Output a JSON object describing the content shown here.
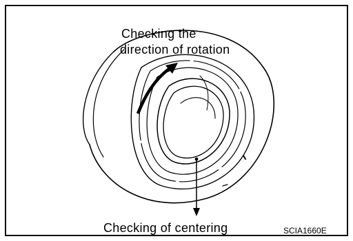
{
  "diagram": {
    "labels": {
      "rotation_line1": "Checking the",
      "rotation_line2": "direction of rotation",
      "centering": "Checking of centering",
      "figure_code": "SCIA1660E"
    }
  }
}
